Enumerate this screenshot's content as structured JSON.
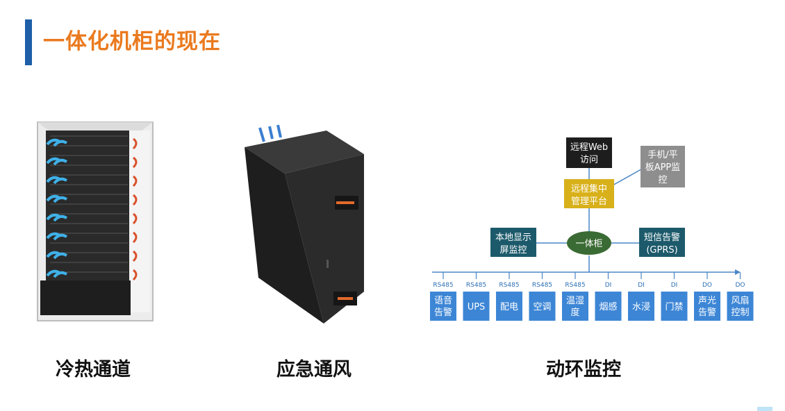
{
  "title": "一体化机柜的现在",
  "captions": [
    "冷热通道",
    "应急通风",
    "动环监控"
  ],
  "diagram": {
    "remote_web": [
      "远程Web",
      "访问"
    ],
    "mobile": [
      "手机/平",
      "板APP监",
      "控"
    ],
    "platform": [
      "远程集中",
      "管理平台"
    ],
    "local_display": [
      "本地显示",
      "屏监控"
    ],
    "cabinet": "一体柜",
    "sms": [
      "短信告警",
      "(GPRS)"
    ],
    "bus_items": [
      {
        "proto": "RS485",
        "label": [
          "语音",
          "告警"
        ]
      },
      {
        "proto": "RS485",
        "label": [
          "UPS"
        ]
      },
      {
        "proto": "RS485",
        "label": [
          "配电"
        ]
      },
      {
        "proto": "RS485",
        "label": [
          "空调"
        ]
      },
      {
        "proto": "RS485",
        "label": [
          "温湿",
          "度"
        ]
      },
      {
        "proto": "DI",
        "label": [
          "烟感"
        ]
      },
      {
        "proto": "DI",
        "label": [
          "水浸"
        ]
      },
      {
        "proto": "DI",
        "label": [
          "门禁"
        ]
      },
      {
        "proto": "DO",
        "label": [
          "声光",
          "告警"
        ]
      },
      {
        "proto": "DO",
        "label": [
          "风扇",
          "控制"
        ]
      }
    ],
    "colors": {
      "dark": "#1d1d1d",
      "yellow": "#d8b01a",
      "grey": "#8e8e8e",
      "teal": "#1c5a6b",
      "green": "#3b6b34",
      "blue": "#3d86d6",
      "line": "#4a86c5"
    }
  }
}
